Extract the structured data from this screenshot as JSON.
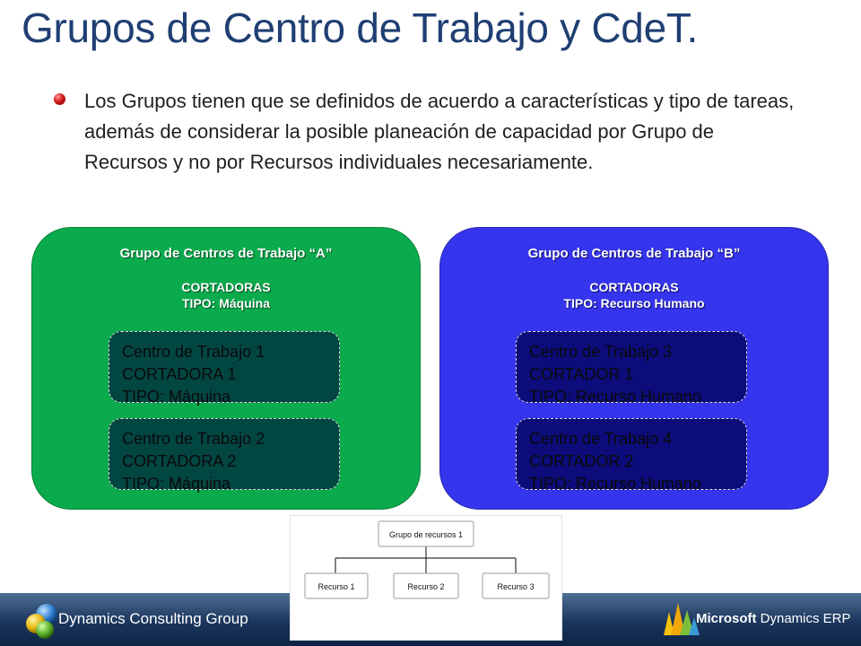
{
  "slide": {
    "title": "Grupos de Centro de Trabajo y CdeT.",
    "bullet": "Los Grupos tienen que se definidos de acuerdo a características y tipo de tareas, además de considerar la posible planeación de capacidad por Grupo de Recursos y no por Recursos individuales necesariamente."
  },
  "groups": [
    {
      "title": "Grupo de Centros de Trabajo “A”",
      "sub1": "CORTADORAS",
      "sub2": "TIPO: Máquina",
      "color": "#0bab4d",
      "centers": [
        {
          "line1": "Centro de Trabajo 1",
          "line2": "CORTADORA 1",
          "line3": "TIPO: Máquina"
        },
        {
          "line1": "Centro de Trabajo 2",
          "line2": "CORTADORA 2",
          "line3": "TIPO: Máquina"
        }
      ]
    },
    {
      "title": "Grupo de Centros de Trabajo “B”",
      "sub1": "CORTADORAS",
      "sub2": "TIPO: Recurso Humano",
      "color": "#3535ee",
      "centers": [
        {
          "line1": "Centro de Trabajo 3",
          "line2": "CORTADOR 1",
          "line3": "TIPO: Recurso Humano"
        },
        {
          "line1": "Centro de Trabajo 4",
          "line2": "CORTADOR 2",
          "line3": "TIPO: Recurso Humano"
        }
      ]
    }
  ],
  "org_chart": {
    "root": "Grupo de recursos 1",
    "children": [
      "Recurso 1",
      "Recurso 2",
      "Recurso 3"
    ]
  },
  "footer": {
    "left_text": "Dynamics Consulting Group",
    "right_brand": "Microsoft",
    "right_product": " Dynamics ERP"
  }
}
